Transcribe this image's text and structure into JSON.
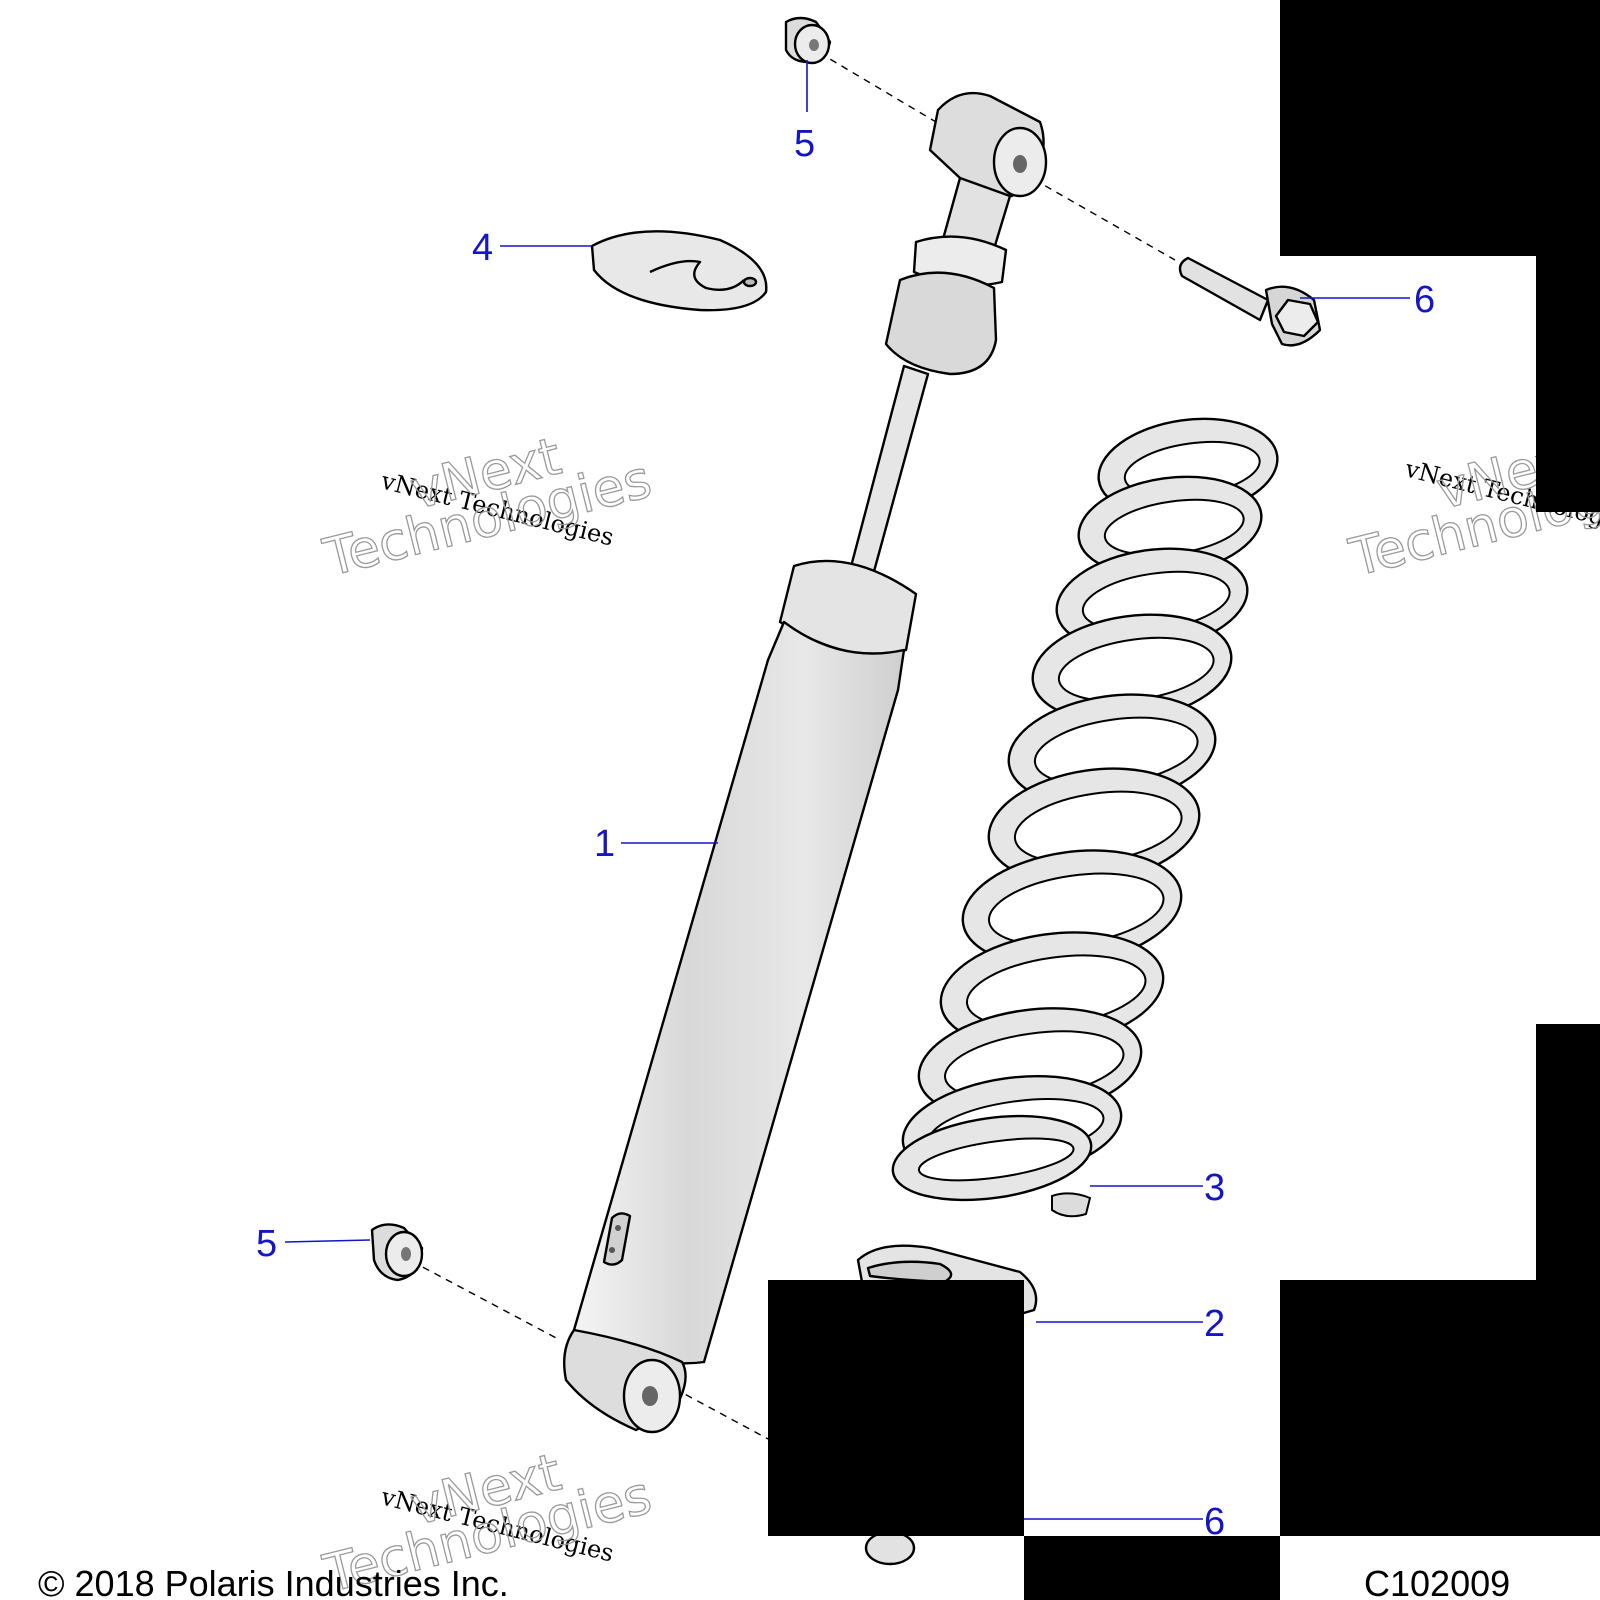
{
  "callouts": {
    "c1": "1",
    "c2": "2",
    "c3": "3",
    "c4": "4",
    "c5_top": "5",
    "c5_bottom": "5",
    "c6_top": "6",
    "c6_bottom": "6"
  },
  "watermark": {
    "line_small": "vNext Technologies",
    "line_big_1": "vNext",
    "line_big_2": "Technologies"
  },
  "footer": {
    "copyright": "© 2018 Polaris Industries Inc.",
    "diagram_code": "C102009"
  },
  "colors": {
    "callout_blue": "#1414c8",
    "part_fill": "#e4e4e4",
    "redaction": "#000000"
  }
}
